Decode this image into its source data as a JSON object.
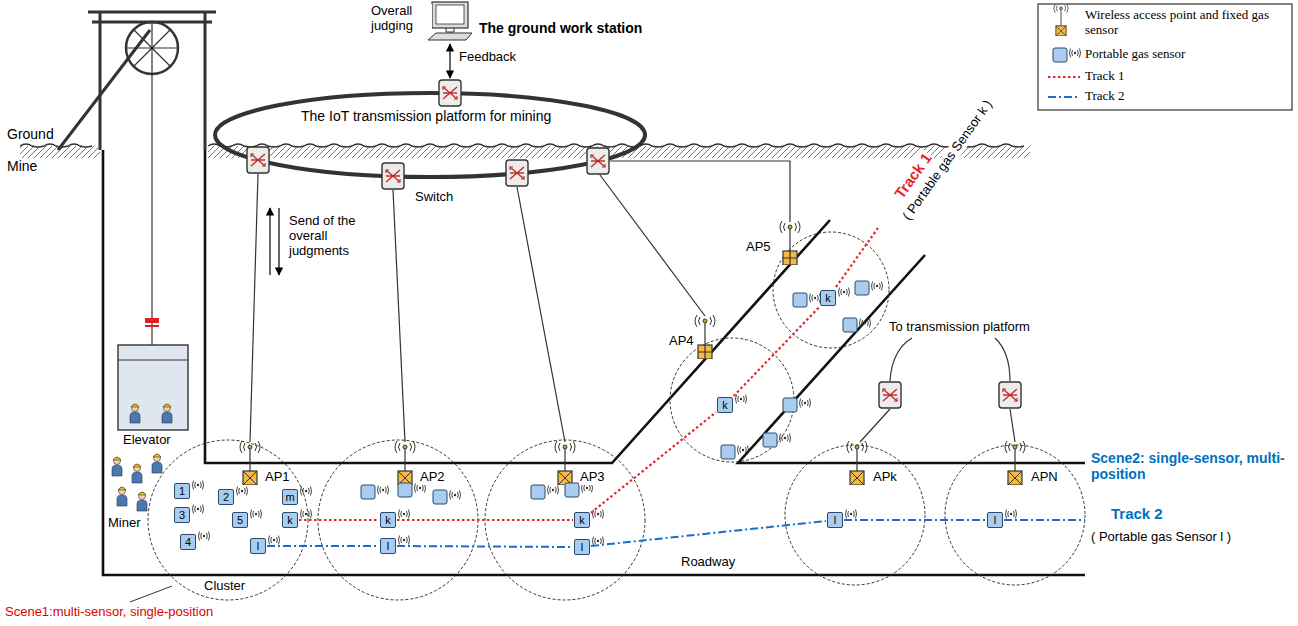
{
  "diagram": {
    "nodes": [
      {
        "text": [
          "1"
        ]
      },
      {
        "text": [
          "2"
        ]
      },
      {
        "text": [
          "m"
        ]
      },
      {
        "text": [
          "3"
        ]
      },
      {
        "text": [
          "5"
        ]
      },
      {
        "text": [
          "k"
        ]
      },
      {
        "text": [
          "4"
        ]
      },
      {
        "text": [
          "l"
        ]
      },
      {
        "text": [
          "k"
        ]
      },
      {
        "text": [
          "l"
        ]
      },
      {
        "text": [
          "k"
        ]
      },
      {
        "text": [
          "l"
        ]
      },
      {
        "text": [
          "k"
        ]
      },
      {
        "text": [
          "k"
        ]
      },
      {
        "text": [
          "l"
        ]
      },
      {
        "text": [
          "l"
        ]
      }
    ],
    "edges": [
      {
        "from": 5,
        "to": 8,
        "arrow": "none"
      },
      {
        "from": 8,
        "to": 10,
        "arrow": "none"
      },
      {
        "from": 10,
        "to": 12,
        "arrow": "none"
      },
      {
        "from": 12,
        "to": 13,
        "arrow": "none"
      },
      {
        "from": 7,
        "to": 9,
        "arrow": "none"
      },
      {
        "from": 9,
        "to": 11,
        "arrow": "none"
      },
      {
        "from": 11,
        "to": 14,
        "arrow": "none"
      },
      {
        "from": 14,
        "to": 15,
        "arrow": "none"
      }
    ],
    "labels": [
      "Ground",
      "Mine",
      "Overall judging",
      "The ground work station",
      "Feedback",
      "The IoT transmission platform for mining",
      "Switch",
      "Send of the overall judgments",
      "Elevator",
      "AP1",
      "AP2",
      "AP3",
      "AP4",
      "AP5",
      "APk",
      "APN",
      "Miner",
      "Track 1",
      "( Portable gas Sensor k )",
      "To transmission platform",
      "Scene2: single-sensor, multi-position",
      "Track 2",
      "( Portable gas Sensor l )",
      "Roadway",
      "Cluster",
      "Scene1:multi-sensor, single-position"
    ],
    "legend": [
      {
        "text": "Wireless access point and fixed gas sensor"
      },
      {
        "text": "Portable gas sensor"
      },
      {
        "text": "Track 1"
      },
      {
        "text": "Track 2"
      }
    ]
  }
}
